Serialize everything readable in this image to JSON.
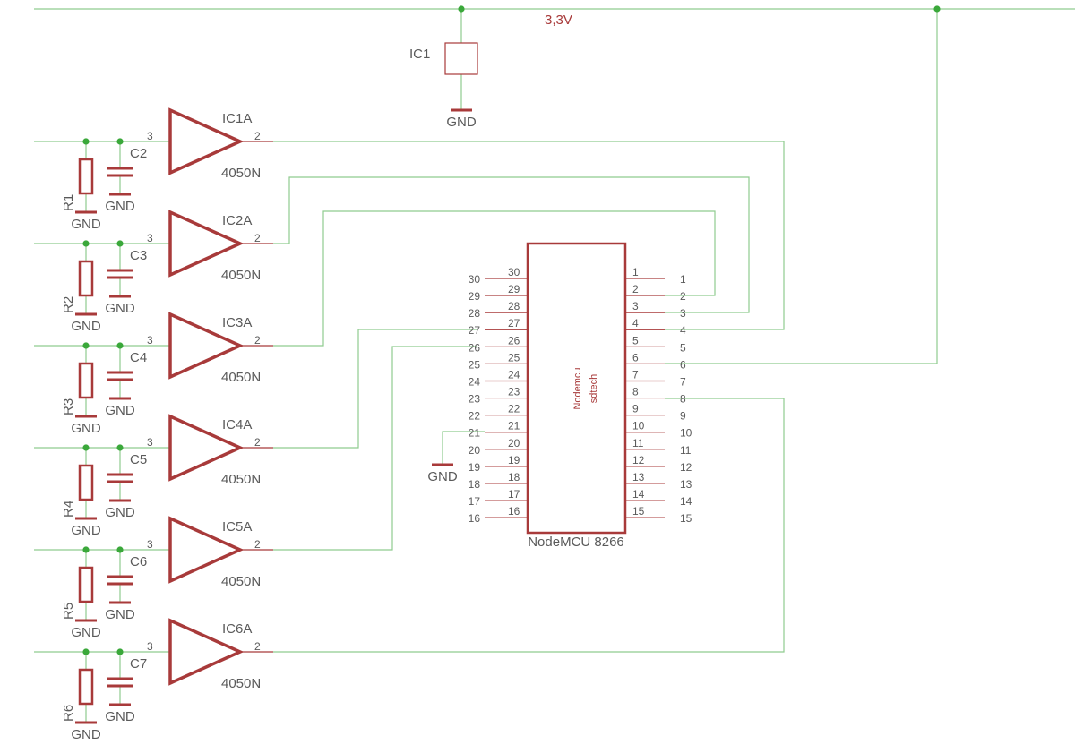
{
  "supply": {
    "net_label": "3,3V"
  },
  "ic1": {
    "name": "IC1",
    "gnd": "GND"
  },
  "buffers": [
    {
      "ic": "IC1A",
      "part": "4050N",
      "in_pin": "3",
      "out_pin": "2",
      "cap": "C2",
      "res": "R1",
      "gnd_r": "GND",
      "gnd_c": "GND"
    },
    {
      "ic": "IC2A",
      "part": "4050N",
      "in_pin": "3",
      "out_pin": "2",
      "cap": "C3",
      "res": "R2",
      "gnd_r": "GND",
      "gnd_c": "GND"
    },
    {
      "ic": "IC3A",
      "part": "4050N",
      "in_pin": "3",
      "out_pin": "2",
      "cap": "C4",
      "res": "R3",
      "gnd_r": "GND",
      "gnd_c": "GND"
    },
    {
      "ic": "IC4A",
      "part": "4050N",
      "in_pin": "3",
      "out_pin": "2",
      "cap": "C5",
      "res": "R4",
      "gnd_r": "GND",
      "gnd_c": "GND"
    },
    {
      "ic": "IC5A",
      "part": "4050N",
      "in_pin": "3",
      "out_pin": "2",
      "cap": "C6",
      "res": "R5",
      "gnd_r": "GND",
      "gnd_c": "GND"
    },
    {
      "ic": "IC6A",
      "part": "4050N",
      "in_pin": "3",
      "out_pin": "2",
      "cap": "C7",
      "res": "R6",
      "gnd_r": "GND",
      "gnd_c": "GND"
    }
  ],
  "mcu": {
    "name": "NodeMCU 8266",
    "body_text": [
      "Nodemcu",
      "sdtech"
    ],
    "left_pins": [
      "30",
      "29",
      "28",
      "27",
      "26",
      "25",
      "24",
      "23",
      "22",
      "21",
      "20",
      "19",
      "18",
      "17",
      "16"
    ],
    "right_pins": [
      "1",
      "2",
      "3",
      "4",
      "5",
      "6",
      "7",
      "8",
      "9",
      "10",
      "11",
      "12",
      "13",
      "14",
      "15"
    ],
    "gnd_label": "GND"
  }
}
